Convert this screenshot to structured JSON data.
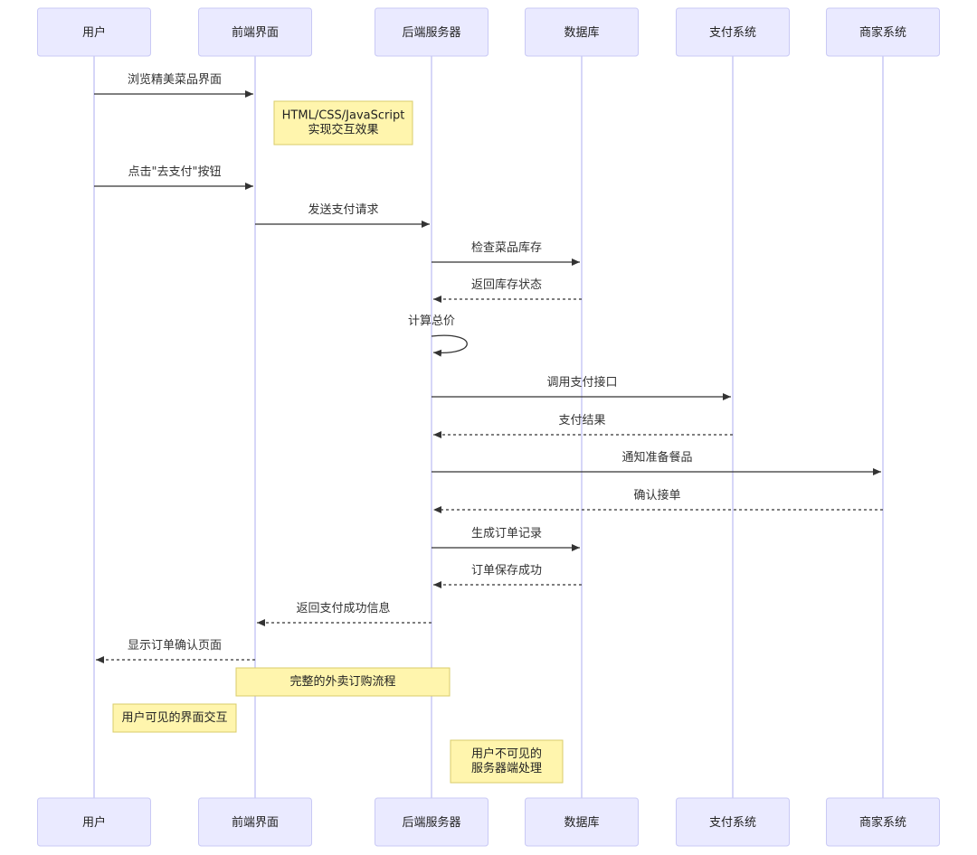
{
  "participants": [
    {
      "id": "user",
      "label": "用户"
    },
    {
      "id": "frontend",
      "label": "前端界面"
    },
    {
      "id": "backend",
      "label": "后端服务器"
    },
    {
      "id": "db",
      "label": "数据库"
    },
    {
      "id": "pay",
      "label": "支付系统"
    },
    {
      "id": "merchant",
      "label": "商家系统"
    }
  ],
  "messages": [
    {
      "from": "user",
      "to": "frontend",
      "label": "浏览精美菜品界面",
      "dashed": false
    },
    {
      "from": "user",
      "to": "frontend",
      "label": "点击\"去支付\"按钮",
      "dashed": false
    },
    {
      "from": "frontend",
      "to": "backend",
      "label": "发送支付请求",
      "dashed": false
    },
    {
      "from": "backend",
      "to": "db",
      "label": "检查菜品库存",
      "dashed": false
    },
    {
      "from": "db",
      "to": "backend",
      "label": "返回库存状态",
      "dashed": true
    },
    {
      "from": "backend",
      "to": "backend",
      "label": "计算总价",
      "dashed": false
    },
    {
      "from": "backend",
      "to": "pay",
      "label": "调用支付接口",
      "dashed": false
    },
    {
      "from": "pay",
      "to": "backend",
      "label": "支付结果",
      "dashed": true
    },
    {
      "from": "backend",
      "to": "merchant",
      "label": "通知准备餐品",
      "dashed": false
    },
    {
      "from": "merchant",
      "to": "backend",
      "label": "确认接单",
      "dashed": true
    },
    {
      "from": "backend",
      "to": "db",
      "label": "生成订单记录",
      "dashed": false
    },
    {
      "from": "db",
      "to": "backend",
      "label": "订单保存成功",
      "dashed": true
    },
    {
      "from": "backend",
      "to": "frontend",
      "label": "返回支付成功信息",
      "dashed": true
    },
    {
      "from": "frontend",
      "to": "user",
      "label": "显示订单确认页面",
      "dashed": true
    }
  ],
  "notes": [
    {
      "lines": [
        "HTML/CSS/JavaScript",
        "实现交互效果"
      ]
    },
    {
      "lines": [
        "完整的外卖订购流程"
      ]
    },
    {
      "lines": [
        "用户可见的界面交互"
      ]
    },
    {
      "lines": [
        "用户不可见的",
        "服务器端处理"
      ]
    }
  ],
  "colors": {
    "actor_fill": "#eaeaff",
    "actor_border": "#c9c9f5",
    "note_fill": "#fff5ad",
    "note_border": "#d9cc6a",
    "line": "#333333"
  }
}
